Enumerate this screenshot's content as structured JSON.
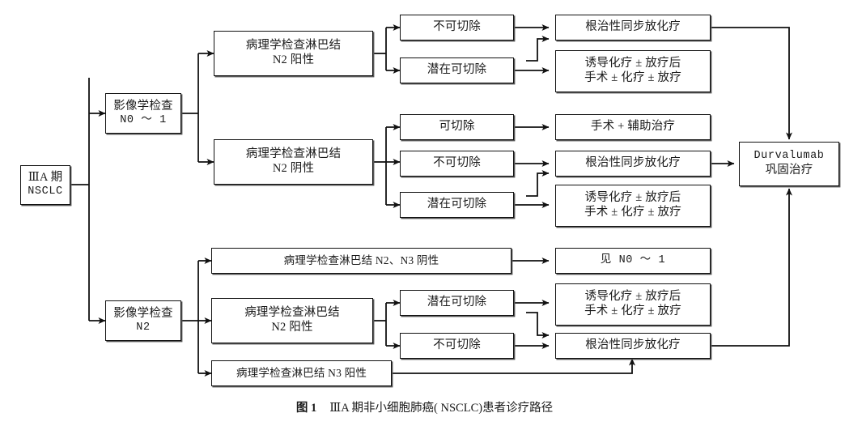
{
  "figure": {
    "caption_label": "图 1",
    "caption_text": "ⅢA 期非小细胞肺癌( NSCLC)患者诊疗路径"
  },
  "colors": {
    "stroke": "#111111",
    "box_fill": "#ffffff",
    "shadow": "#555555",
    "page_background": "#ffffff"
  },
  "nodes": {
    "root": {
      "line1": "ⅢA 期",
      "line2": "NSCLC"
    },
    "imaging_n01": {
      "line1": "影像学检查",
      "line2": "N0 ～ 1"
    },
    "imaging_n2": {
      "line1": "影像学检查",
      "line2": "N2"
    },
    "path_n2_pos_top": {
      "line1": "病理学检查淋巴结",
      "line2": "N2 阳性"
    },
    "path_n2_neg": {
      "line1": "病理学检查淋巴结",
      "line2": "N2 阴性"
    },
    "path_n2n3_neg": {
      "line1": "病理学检查淋巴结 N2、N3 阴性"
    },
    "path_n2_pos_bottom": {
      "line1": "病理学检查淋巴结",
      "line2": "N2 阳性"
    },
    "path_n3_pos": {
      "line1": "病理学检查淋巴结 N3 阳性"
    },
    "unresectable_a": {
      "line1": "不可切除"
    },
    "potentially_resectable_a": {
      "line1": "潜在可切除"
    },
    "resectable_b": {
      "line1": "可切除"
    },
    "unresectable_b": {
      "line1": "不可切除"
    },
    "potentially_resectable_b": {
      "line1": "潜在可切除"
    },
    "potentially_resectable_c": {
      "line1": "潜在可切除"
    },
    "unresectable_c": {
      "line1": "不可切除"
    },
    "crt_a": {
      "line1": "根治性同步放化疗"
    },
    "induction_a": {
      "line1": "诱导化疗 ± 放疗后",
      "line2": "手术 ± 化疗 ± 放疗"
    },
    "surgery_adjuvant": {
      "line1": "手术 + 辅助治疗"
    },
    "crt_b": {
      "line1": "根治性同步放化疗"
    },
    "induction_b": {
      "line1": "诱导化疗 ± 放疗后",
      "line2": "手术 ± 化疗 ± 放疗"
    },
    "see_n01": {
      "line1": "见 N0 ～ 1"
    },
    "induction_c": {
      "line1": "诱导化疗 ± 放疗后",
      "line2": "手术 ± 化疗 ± 放疗"
    },
    "crt_c": {
      "line1": "根治性同步放化疗"
    },
    "durvalumab": {
      "line1": "Durvalumab",
      "line2": "巩固治疗"
    }
  }
}
